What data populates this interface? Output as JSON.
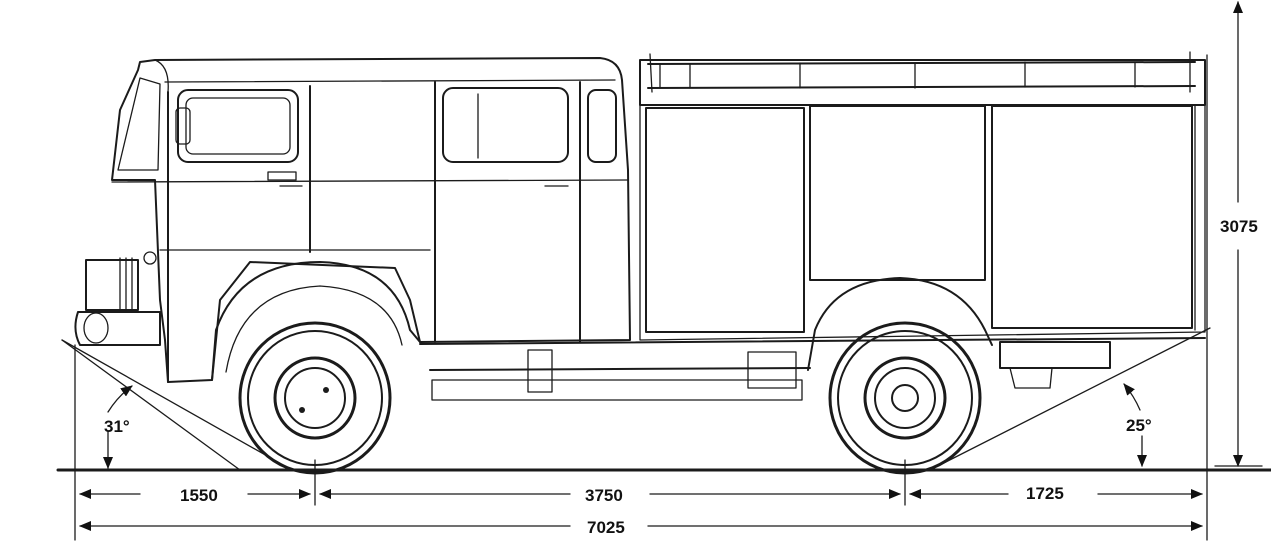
{
  "dimensions": {
    "height": "3075",
    "front_overhang": "1550",
    "wheelbase": "3750",
    "rear_overhang": "1725",
    "total_length": "7025"
  },
  "angles": {
    "approach": "31°",
    "departure": "25°"
  }
}
